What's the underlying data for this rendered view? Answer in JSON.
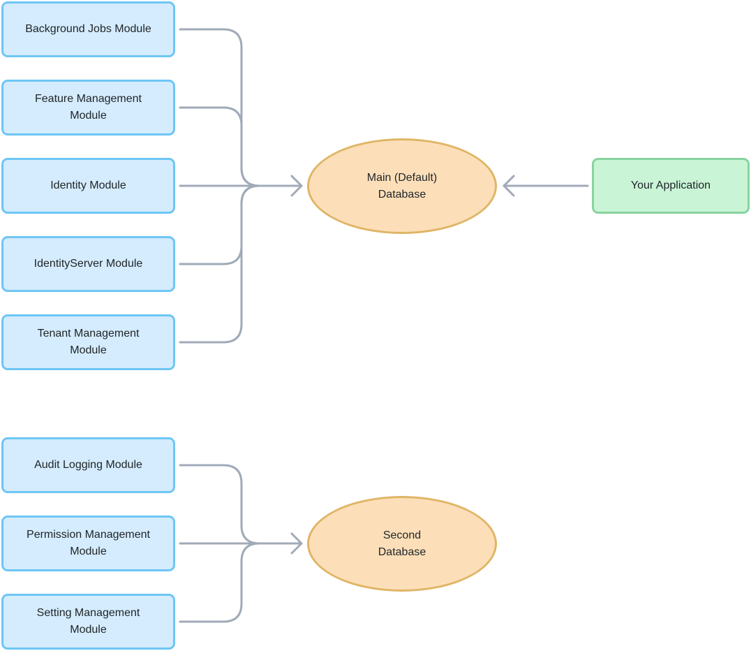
{
  "main_group": {
    "modules": [
      "Background Jobs Module",
      "Feature Management\nModule",
      "Identity Module",
      "IdentityServer Module",
      "Tenant Management\nModule"
    ],
    "database": "Main (Default)\nDatabase"
  },
  "second_group": {
    "modules": [
      "Audit Logging Module",
      "Permission Management\nModule",
      "Setting Management\nModule"
    ],
    "database": "Second\nDatabase"
  },
  "application": "Your Application",
  "colors": {
    "module_fill": "#d4ecfd",
    "module_border": "#6ec6f5",
    "database_fill": "#fcdfb9",
    "database_border": "#e0b566",
    "application_fill": "#c9f5d6",
    "application_border": "#88d3a0",
    "connector": "#a0aab8"
  }
}
